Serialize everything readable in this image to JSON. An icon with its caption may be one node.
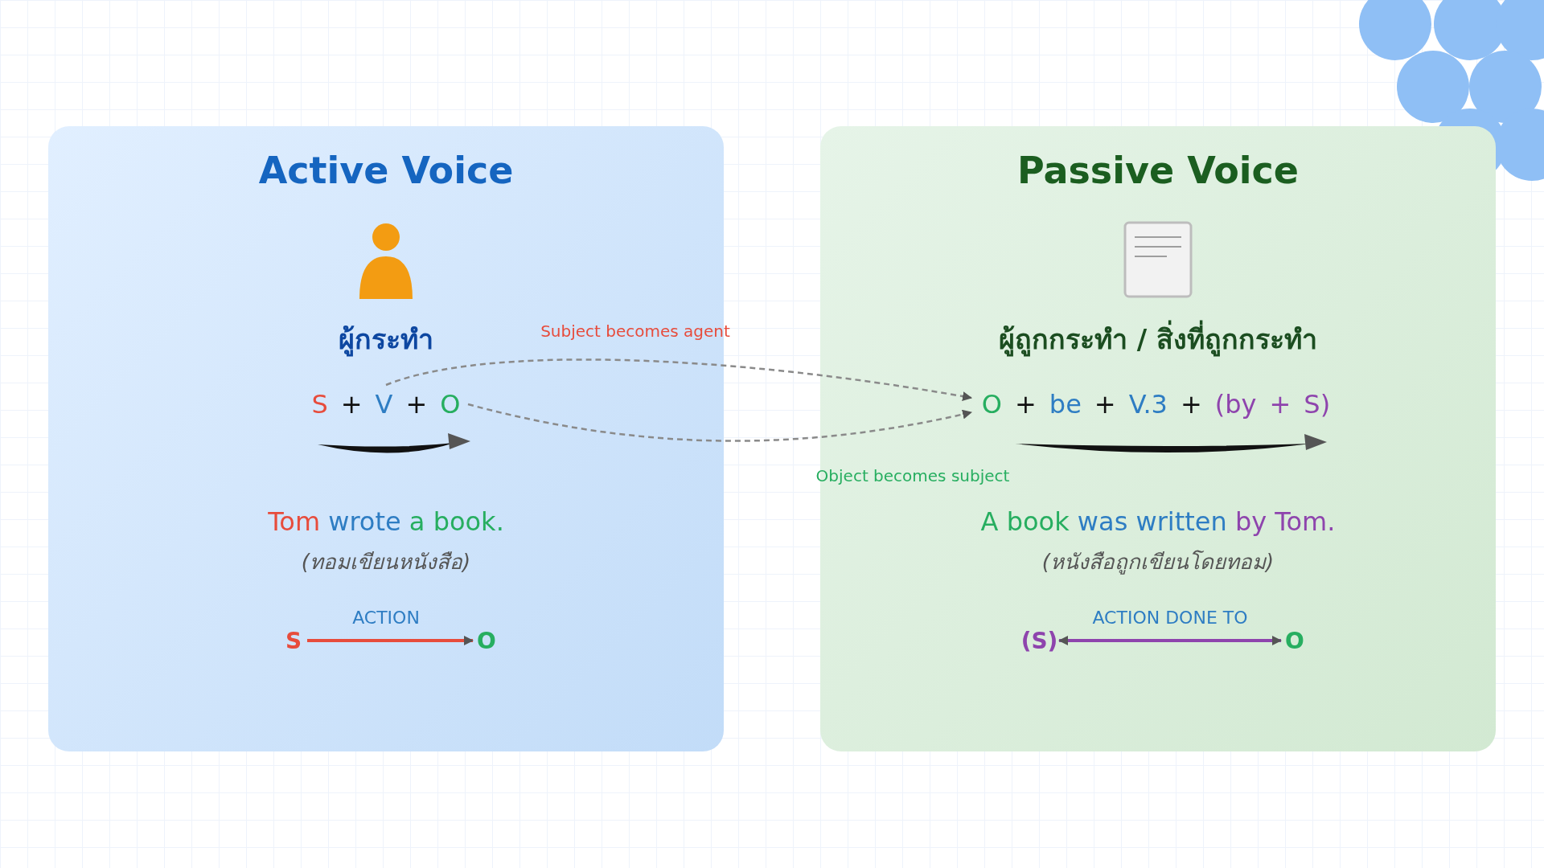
{
  "diagram": {
    "nodes": [
      {
        "text": [
          "Active Voice"
        ]
      },
      {
        "text": [],
        "shape": "person",
        "in": 0
      },
      {
        "text": [
          "ผู้กระทำ"
        ],
        "in": 0
      },
      {
        "text": [
          "S + V + O"
        ],
        "in": 0
      },
      {
        "text": [
          "Tom wrote a book.",
          "(ทอมเขียนหนังสือ)"
        ],
        "in": 0
      },
      {
        "text": [
          "S"
        ],
        "in": 0
      },
      {
        "text": [
          "O"
        ],
        "in": 0
      },
      {
        "text": [
          "Passive Voice"
        ]
      },
      {
        "text": [],
        "shape": "picture",
        "in": 7
      },
      {
        "text": [
          "ผู้ถูกกระทำ / สิ่งที่ถูกกระทำ"
        ],
        "in": 7
      },
      {
        "text": [
          "O + be + V.3 + (by + S)"
        ],
        "in": 7
      },
      {
        "text": [
          "A book was written by Tom.",
          "(หนังสือถูกเขียนโดยทอม)"
        ],
        "in": 7
      },
      {
        "text": [
          "(S)"
        ],
        "in": 7
      },
      {
        "text": [
          "O"
        ],
        "in": 7
      }
    ],
    "edges": [
      {
        "from": 5,
        "to": 6,
        "arrow": "to",
        "label": "ACTION",
        "color": "#e74c3c"
      },
      {
        "from": 12,
        "to": 13,
        "arrow": "both",
        "label": "ACTION DONE TO",
        "color": "#8e44ad"
      },
      {
        "from": 3,
        "to": 10,
        "arrow": "to",
        "label": "Subject becomes agent",
        "style": "dashed"
      },
      {
        "from": 3,
        "to": 10,
        "arrow": "to",
        "label": "Object becomes subject",
        "style": "dashed"
      }
    ]
  }
}
